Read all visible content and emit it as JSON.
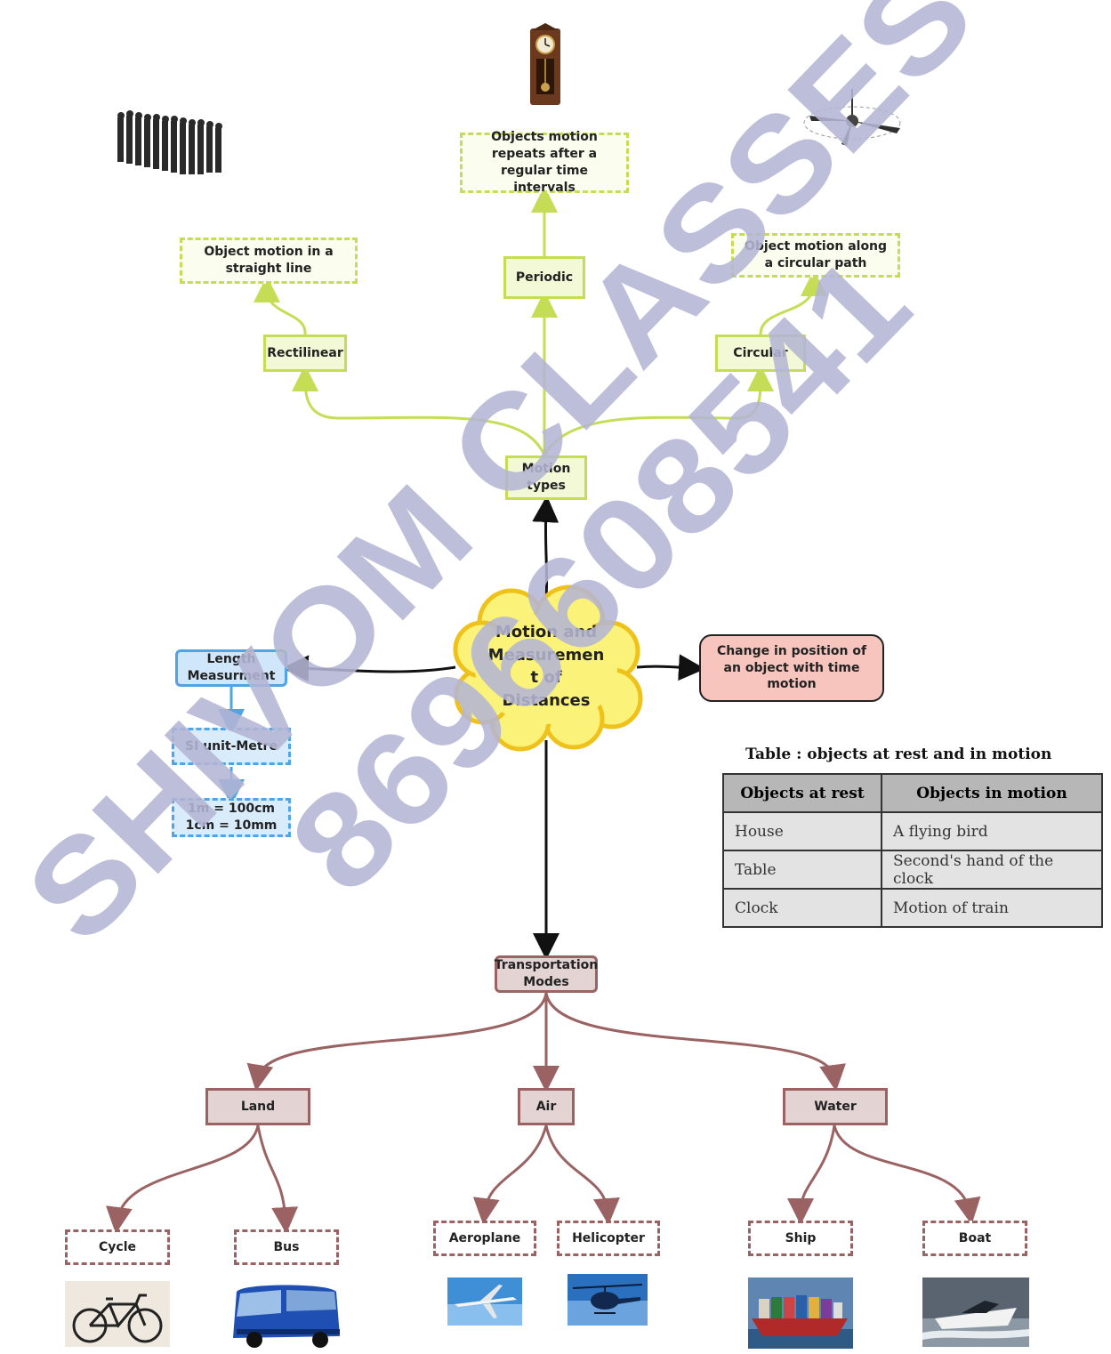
{
  "center": {
    "label": "Motion and Measuremen t of Distances",
    "lines": [
      "Motion and",
      "Measuremen",
      "t of",
      "Distances"
    ]
  },
  "motion": {
    "types_label": "Motion types",
    "rectilinear": {
      "label": "Rectilinear",
      "desc": "Object motion in a straight line"
    },
    "periodic": {
      "label": "Periodic",
      "desc": "Objects motion repeats after a regular time intervals"
    },
    "circular": {
      "label": "Circular",
      "desc": "Object motion along a circular path"
    }
  },
  "definition": "Change in position of an object with time motion",
  "length": {
    "label": "Length Measurment",
    "si_unit": "SI unit-Metre",
    "conversion_1": "1m = 100cm",
    "conversion_2": "1cm = 10mm"
  },
  "transport": {
    "label": "Transportation Modes",
    "land": {
      "label": "Land",
      "items": [
        "Cycle",
        "Bus"
      ]
    },
    "air": {
      "label": "Air",
      "items": [
        "Aeroplane",
        "Helicopter"
      ]
    },
    "water": {
      "label": "Water",
      "items": [
        "Ship",
        "Boat"
      ]
    }
  },
  "table": {
    "caption": "Table : objects at rest and in motion",
    "headers": [
      "Objects at rest",
      "Objects in motion"
    ],
    "rows": [
      [
        "House",
        "A flying bird"
      ],
      [
        "Table",
        "Second's hand of the clock"
      ],
      [
        "Clock",
        "Motion of train"
      ]
    ]
  },
  "watermark": {
    "line1": "SHIVOM CLASSES",
    "line2": "8696608541"
  },
  "colors": {
    "green": "#c4dd55",
    "blue": "#4ea4e6",
    "brown": "#9a6262",
    "cloud": "#fbf27a",
    "pink": "#f7c5bd",
    "watermark": "#b4b5d4"
  }
}
